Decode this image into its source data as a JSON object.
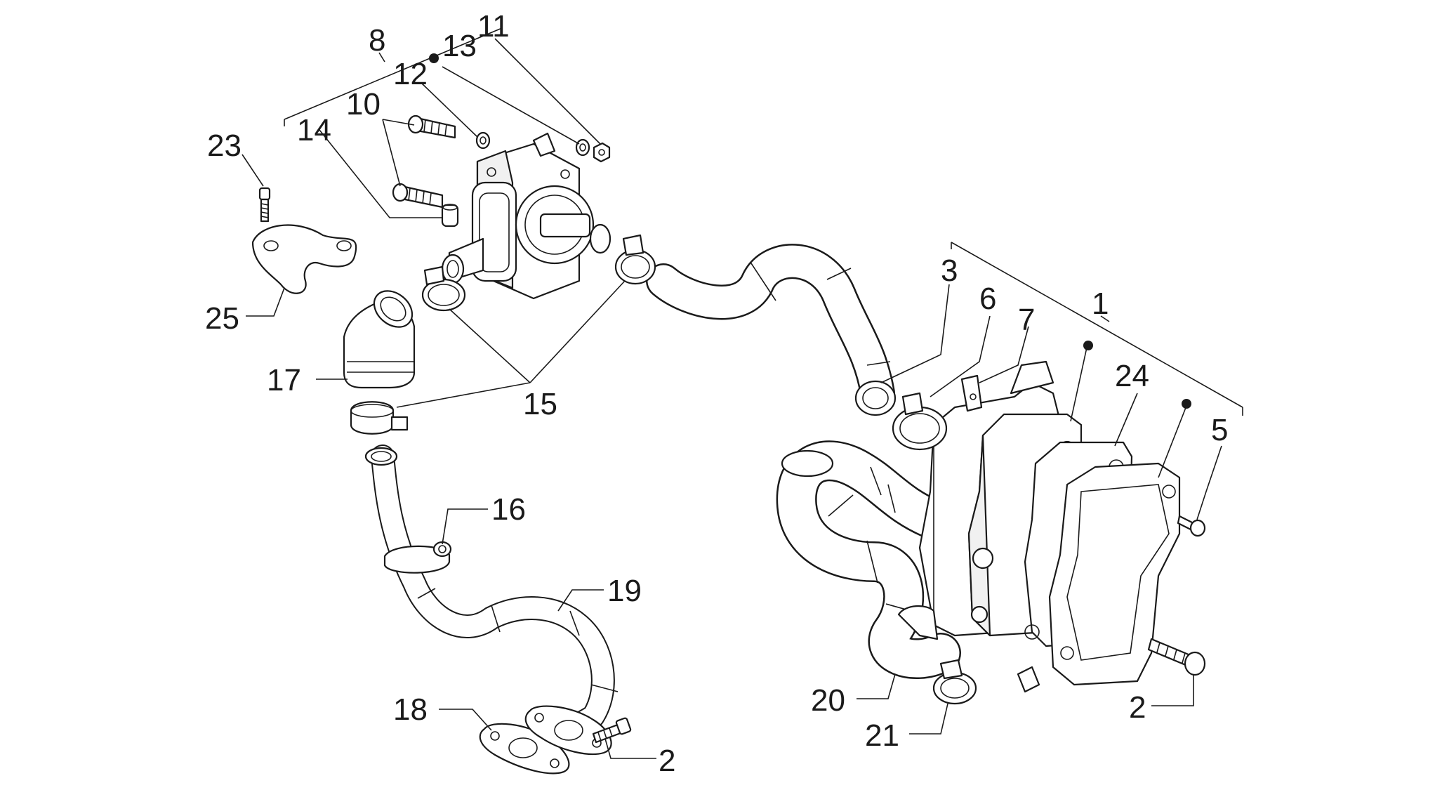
{
  "labels": {
    "l1": "1",
    "l2a": "2",
    "l2b": "2",
    "l3": "3",
    "l5": "5",
    "l6": "6",
    "l7": "7",
    "l8": "8",
    "l10": "10",
    "l11": "11",
    "l12": "12",
    "l13": "13",
    "l14": "14",
    "l15": "15",
    "l16": "16",
    "l17": "17",
    "l18": "18",
    "l19": "19",
    "l20": "20",
    "l21": "21",
    "l23": "23",
    "l24": "24",
    "l25": "25"
  }
}
